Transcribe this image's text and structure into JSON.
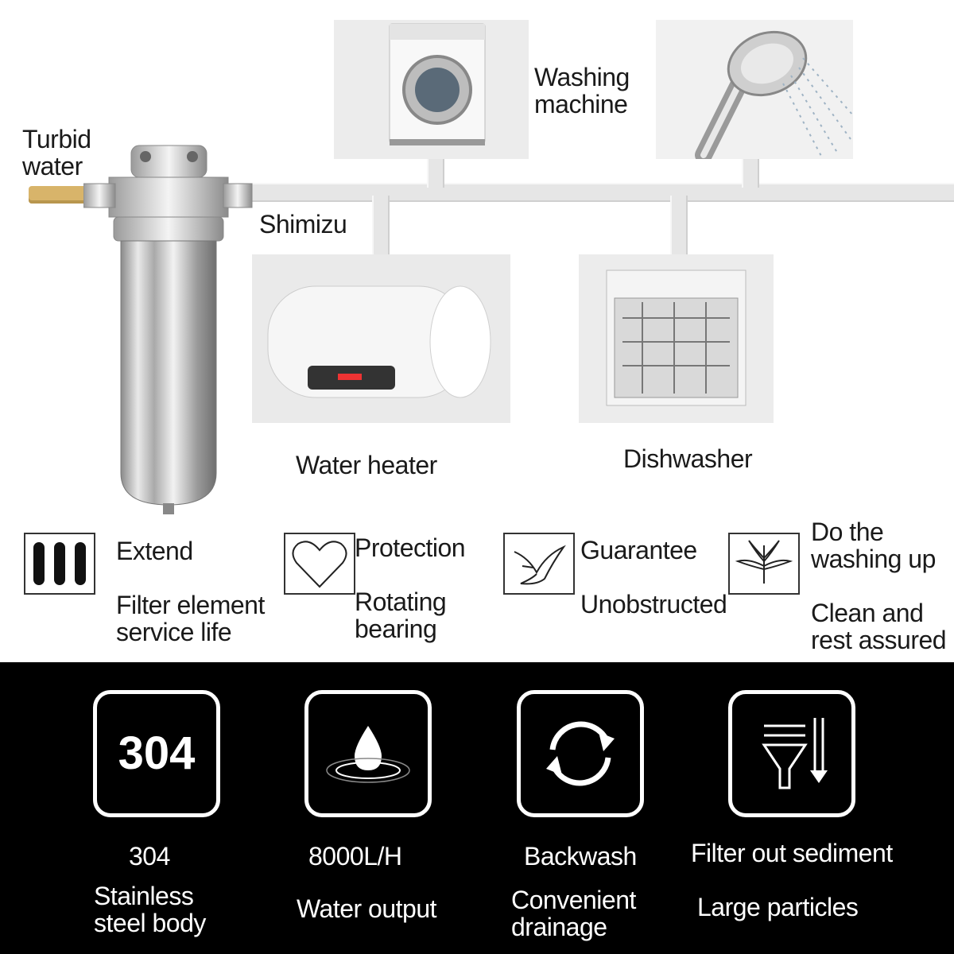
{
  "source_label": [
    "Turbid",
    "water"
  ],
  "brand_label": "Shimizu",
  "appliances": [
    {
      "icon": "washing-machine-icon",
      "lines": [
        "Washing",
        "machine"
      ]
    },
    {
      "icon": "shower-head-icon"
    },
    {
      "icon": "water-heater-icon",
      "lines": [
        "Water heater"
      ]
    },
    {
      "icon": "dishwasher-icon",
      "lines": [
        "Dishwasher"
      ]
    }
  ],
  "features": [
    {
      "icon": "filter-element-icon",
      "title": "Extend",
      "lines": [
        "Filter element",
        "service life"
      ]
    },
    {
      "icon": "heart-icon",
      "title": "Protection",
      "lines": [
        "Rotating",
        "bearing"
      ]
    },
    {
      "icon": "bird-icon",
      "title": "Guarantee",
      "lines": [
        "Unobstructed"
      ]
    },
    {
      "icon": "leaf-icon",
      "title": [
        "Do the",
        "washing up"
      ],
      "lines": [
        "Clean and",
        "rest assured"
      ]
    }
  ],
  "specs": [
    {
      "icon": "304-icon",
      "icon_text": "304",
      "value": "304",
      "lines": [
        "Stainless",
        "steel body"
      ]
    },
    {
      "icon": "water-drop-icon",
      "value": "8000L/H",
      "lines": [
        "Water output"
      ]
    },
    {
      "icon": "refresh-arrows-icon",
      "value": "Backwash",
      "lines": [
        "Convenient",
        "drainage"
      ]
    },
    {
      "icon": "funnel-filter-icon",
      "value": "Filter out sediment",
      "lines": [
        "Large particles"
      ]
    }
  ],
  "colors": {
    "background": "#ffffff",
    "bottom_band": "#000000",
    "hose": "#d8b46a",
    "steel": "#c9c9c9"
  }
}
